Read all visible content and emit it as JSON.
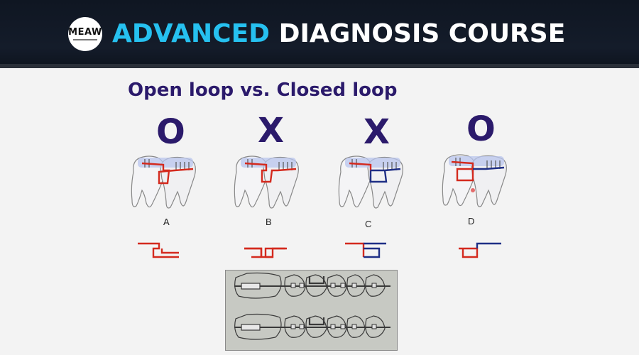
{
  "header": {
    "logo_text": "MEAW",
    "title_accent": "ADVANCED",
    "title_rest": "DIAGNOSIS COURSE"
  },
  "slide": {
    "title": "Open loop vs. Closed loop",
    "panels": [
      {
        "mark": "O",
        "caption": "A"
      },
      {
        "mark": "X",
        "caption": "B"
      },
      {
        "mark": "X",
        "caption": "C"
      },
      {
        "mark": "O",
        "caption": "D"
      }
    ]
  },
  "colors": {
    "accent": "#26c1f0",
    "heading": "#2b1a6b",
    "wire_red": "#d42a1e",
    "wire_blue": "#1f2f86"
  }
}
